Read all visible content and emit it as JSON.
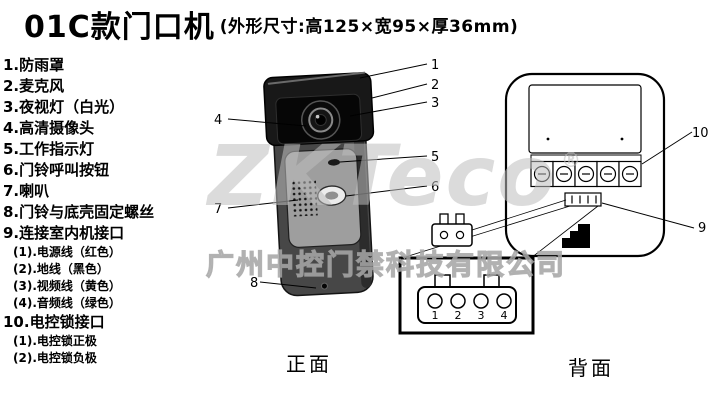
{
  "header": {
    "title": "01C款门口机",
    "dimensions": "(外形尺寸:高125×宽95×厚36mm)"
  },
  "parts_list": {
    "items": [
      {
        "text": "1.防雨罩"
      },
      {
        "text": "2.麦克风"
      },
      {
        "text": "3.夜视灯（白光）"
      },
      {
        "text": "4.高清摄像头"
      },
      {
        "text": "5.工作指示灯"
      },
      {
        "text": "6.门铃呼叫按钮"
      },
      {
        "text": "7.喇叭"
      },
      {
        "text": "8.门铃与底壳固定螺丝"
      },
      {
        "text": "9.连接室内机接口",
        "subs": [
          "(1).电源线（红色）",
          "(2).地线（黑色）",
          "(3).视频线（黄色）",
          "(4).音频线（绿色）"
        ]
      },
      {
        "text": "10.电控锁接口",
        "subs": [
          "(1).电控锁正极",
          "(2).电控锁负极"
        ]
      }
    ]
  },
  "front_view": {
    "caption": "正面",
    "callouts": [
      "1",
      "2",
      "3",
      "4",
      "5",
      "6",
      "7",
      "8"
    ]
  },
  "back_view": {
    "caption": "背面",
    "callouts": [
      "10",
      "9"
    ],
    "connector_pins": [
      "1",
      "2",
      "3",
      "4"
    ]
  },
  "watermark": {
    "logo": "ZKTeco",
    "registered": "®",
    "company": "广州中控门禁科技有限公司"
  },
  "colors": {
    "ink": "#000000",
    "device_hood": "#181818",
    "device_body": "#474747",
    "panel_silver": "#9e9e9e",
    "watermark_gray": "#c7c7c7"
  }
}
